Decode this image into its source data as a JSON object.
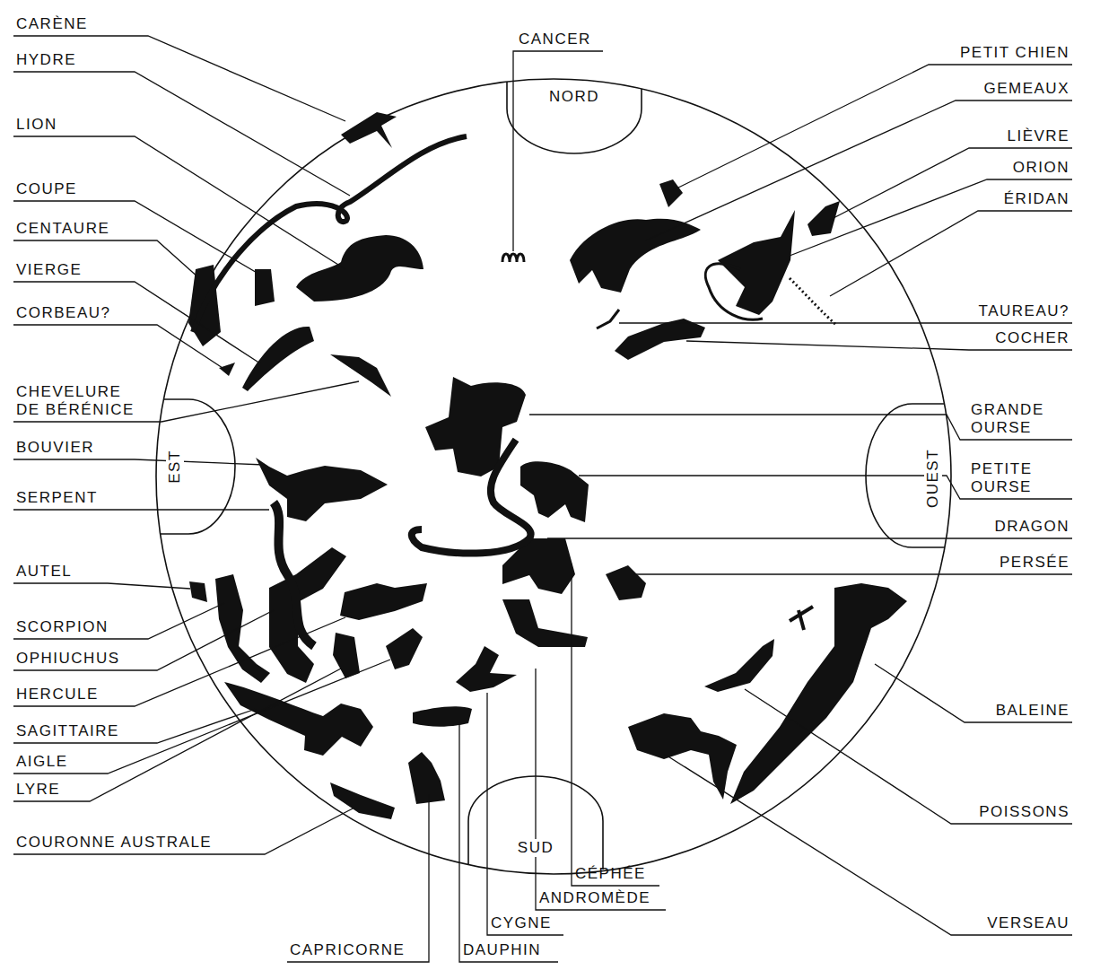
{
  "diagram": {
    "nodes": [
      {
        "text": [
          "NORD"
        ]
      },
      {
        "text": [
          "EST"
        ]
      },
      {
        "text": [
          "OUEST"
        ]
      },
      {
        "text": [
          "SUD"
        ]
      }
    ],
    "labels": [
      "CARÈNE",
      "HYDRE",
      "LION",
      "COUPE",
      "CENTAURE",
      "VIERGE",
      "CORBEAU?",
      "CHEVELURE DE BÉRÉNICE",
      "BOUVIER",
      "SERPENT",
      "AUTEL",
      "SCORPION",
      "OPHIUCHUS",
      "HERCULE",
      "SAGITTAIRE",
      "AIGLE",
      "LYRE",
      "COURONNE AUSTRALE",
      "CANCER",
      "PETIT CHIEN",
      "GEMEAUX",
      "LIÈVRE",
      "ORION",
      "ÉRIDAN",
      "TAUREAU?",
      "COCHER",
      "GRANDE OURSE",
      "PETITE OURSE",
      "DRAGON",
      "PERSÉE",
      "BALEINE",
      "POISSONS",
      "VERSEAU",
      "CAPRICORNE",
      "DAUPHIN",
      "CYGNE",
      "ANDROMÈDE",
      "CÉPHÉE"
    ]
  }
}
